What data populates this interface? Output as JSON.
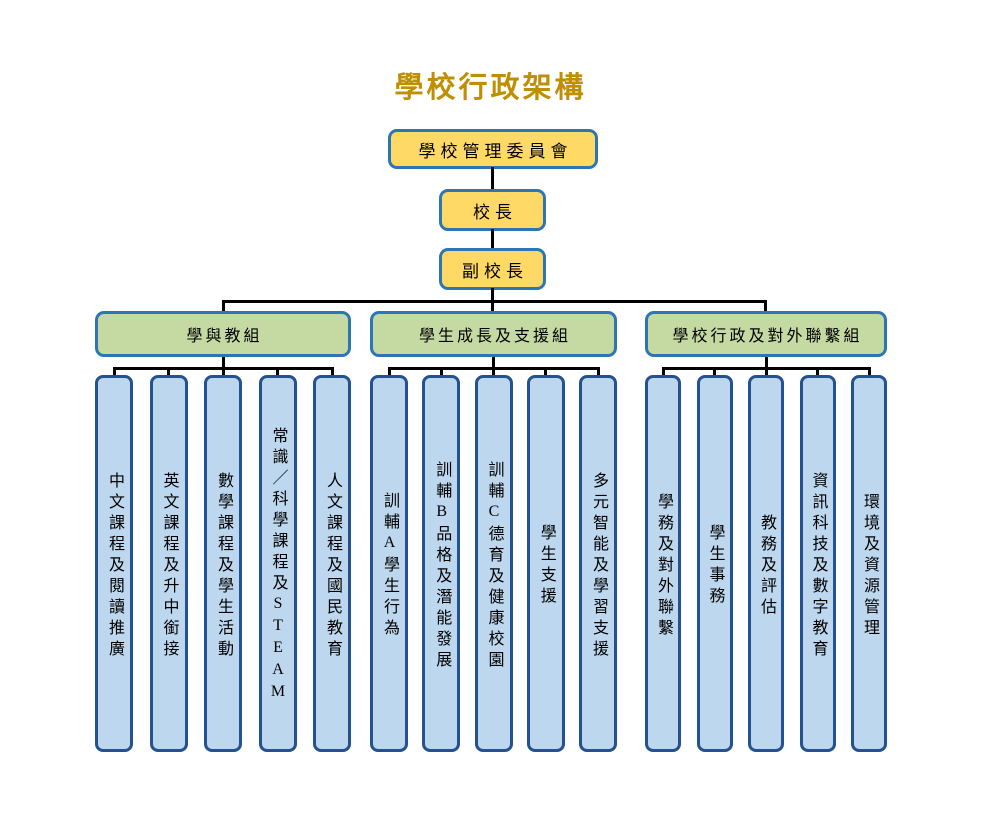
{
  "title": "學校行政架構",
  "top_chain": {
    "committee": "學校管理委員會",
    "principal": "校長",
    "vice_principal": "副校長"
  },
  "groups": [
    {
      "label": "學與教組",
      "children": [
        "中文課程及閱讀推廣",
        "英文課程及升中銜接",
        "數學課程及學生活動",
        "常識／科學課程及STEAM",
        "人文課程及國民教育"
      ]
    },
    {
      "label": "學生成長及支援組",
      "children": [
        "訓輔A學生行為",
        "訓輔B品格及潛能發展",
        "訓輔C德育及健康校園",
        "學生支援",
        "多元智能及學習支援"
      ]
    },
    {
      "label": "學校行政及對外聯繫組",
      "children": [
        "學務及對外聯繫",
        "學生事務",
        "教務及評估",
        "資訊科技及數字教育",
        "環境及資源管理"
      ]
    }
  ],
  "colors": {
    "title_color": "#BF8F00",
    "level_box_fill": "#FFD966",
    "level_box_border": "#2E75B6",
    "group_box_fill": "#C5D9A2",
    "group_box_border": "#2E75B6",
    "column_fill": "#BDD7EE",
    "column_border": "#24518F",
    "connector": "#000000"
  }
}
